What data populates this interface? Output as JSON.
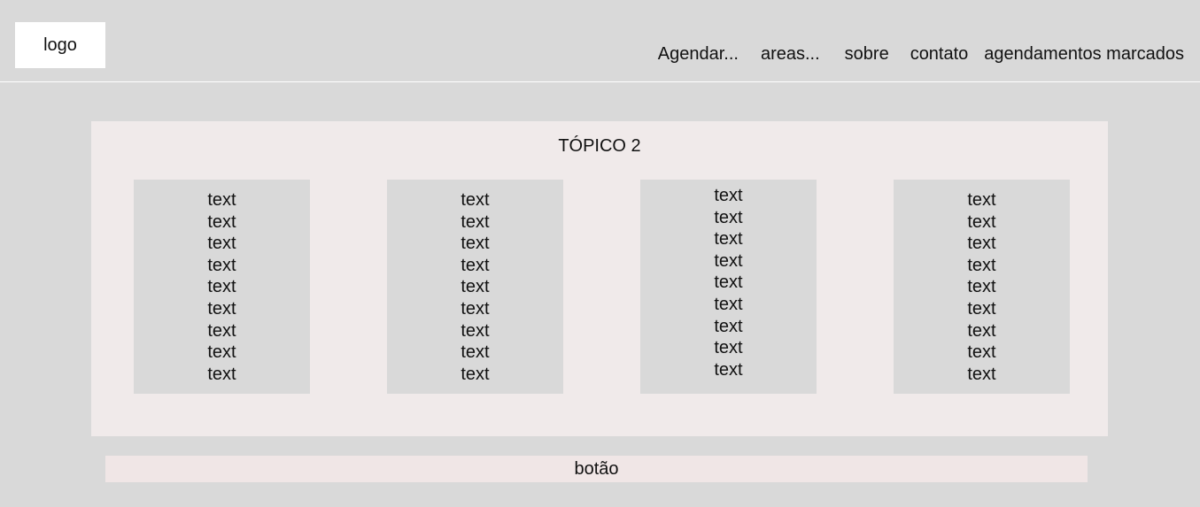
{
  "header": {
    "logo_label": "logo",
    "nav": [
      {
        "label": "Agendar..."
      },
      {
        "label": "areas..."
      },
      {
        "label": "sobre"
      },
      {
        "label": "contato"
      },
      {
        "label": "agendamentos marcados"
      }
    ]
  },
  "topic": {
    "title": "TÓPICO 2",
    "cards": [
      {
        "lines": [
          "text",
          "text",
          "text",
          "text",
          "text",
          "text",
          "text",
          "text",
          "text"
        ]
      },
      {
        "lines": [
          "text",
          "text",
          "text",
          "text",
          "text",
          "text",
          "text",
          "text",
          "text"
        ]
      },
      {
        "lines": [
          "text",
          "text",
          "text",
          "text",
          "text",
          "text",
          "text",
          "text",
          "text"
        ]
      },
      {
        "lines": [
          "text",
          "text",
          "text",
          "text",
          "text",
          "text",
          "text",
          "text",
          "text"
        ]
      }
    ]
  },
  "button": {
    "label": "botão"
  }
}
